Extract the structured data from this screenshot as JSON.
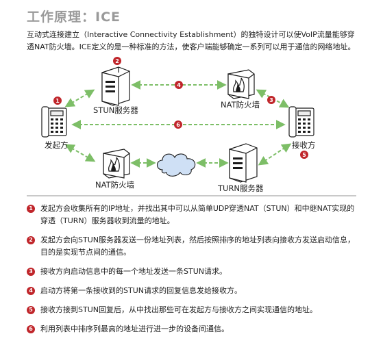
{
  "header": {
    "title": "工作原理：ICE",
    "intro": "互动式连接建立（Interactive Connectivity Establishment）的独特设计可以使VoIP流量能够穿透NAT防火墙。ICE定义的是一种标准的方法，使客户端能够确定一系列可以用于通信的网络地址。"
  },
  "diagram": {
    "nodes": {
      "caller": "发起方",
      "callee": "接收方",
      "stun": "STUN服务器",
      "turn": "TURN服务器",
      "nat_top": "NAT防火墙",
      "nat_bottom": "NAT防火墙"
    },
    "markers": {
      "m1": "1",
      "m2": "2",
      "m3": "3",
      "m4": "4",
      "m5": "5",
      "m6": "6"
    },
    "colors": {
      "arrow": "#7dbe67",
      "marker": "#c0262b",
      "cloud": "#cfe0f5",
      "device": "#ffffff",
      "outline": "#1a1a1a"
    },
    "icons": [
      "phone-icon",
      "server-icon",
      "firewall-icon",
      "cloud-icon"
    ]
  },
  "steps": [
    {
      "num": "1",
      "text": "发起方会收集所有的IP地址，并找出其中可以从简单UDP穿透NAT（STUN）和中继NAT实现的穿透（TURN）服务器收到流量的地址。"
    },
    {
      "num": "2",
      "text": "发起方会向STUN服务器发送一份地址列表，然后按照排序的地址列表向接收方发送启动信息，目的是实现节点间的通信。"
    },
    {
      "num": "3",
      "text": "接收方向启动信息中的每一个地址发送一条STUN请求。"
    },
    {
      "num": "4",
      "text": "启动方将第一条接收到的STUN请求的回复信息发给接收方。"
    },
    {
      "num": "5",
      "text": "接收方接到STUN回复后，从中找出那些可在发起方与接收方之间实现通信的地址。"
    },
    {
      "num": "6",
      "text": "利用列表中排序列最高的地址进行进一步的设备间通信。"
    }
  ]
}
